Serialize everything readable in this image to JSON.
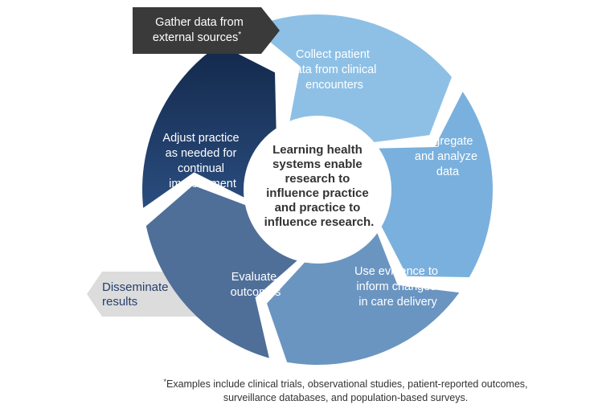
{
  "colors": {
    "seg_collect": "#8ec0e6",
    "seg_aggregate": "#7ab0dd",
    "seg_evidence": "#6b95c1",
    "seg_evaluate": "#4f6f99",
    "seg_adjust_top": "#13284a",
    "seg_adjust_bottom": "#2a4d7f",
    "gather_arrow": "#3a3a3a",
    "disseminate_arrow": "#dcdcdc",
    "disseminate_text": "#24406d",
    "center_text": "#333333"
  },
  "center": {
    "lines": [
      "Learning health",
      "systems enable",
      "research to",
      "influence practice",
      "and practice to",
      "influence research."
    ]
  },
  "segments": [
    {
      "id": "collect",
      "lines": [
        "Collect patient",
        "data from clinical",
        "encounters"
      ]
    },
    {
      "id": "aggregate",
      "lines": [
        "Aggregate",
        "and analyze",
        "data"
      ]
    },
    {
      "id": "evidence",
      "lines": [
        "Use evidence to",
        "inform changes",
        "in care delivery"
      ]
    },
    {
      "id": "evaluate",
      "lines": [
        "Evaluate",
        "outcomes"
      ]
    },
    {
      "id": "adjust",
      "lines": [
        "Adjust practice",
        "as needed for",
        "continual",
        "improvement"
      ]
    }
  ],
  "inputs": {
    "gather": {
      "lines": [
        "Gather data from",
        "external sources"
      ],
      "mark": "*"
    }
  },
  "outputs": {
    "disseminate": {
      "lines": [
        "Disseminate",
        "results"
      ]
    }
  },
  "footnote": {
    "mark": "*",
    "line1": "Examples include clinical trials, observational studies, patient-reported outcomes,",
    "line2": "surveillance databases, and population-based surveys."
  }
}
